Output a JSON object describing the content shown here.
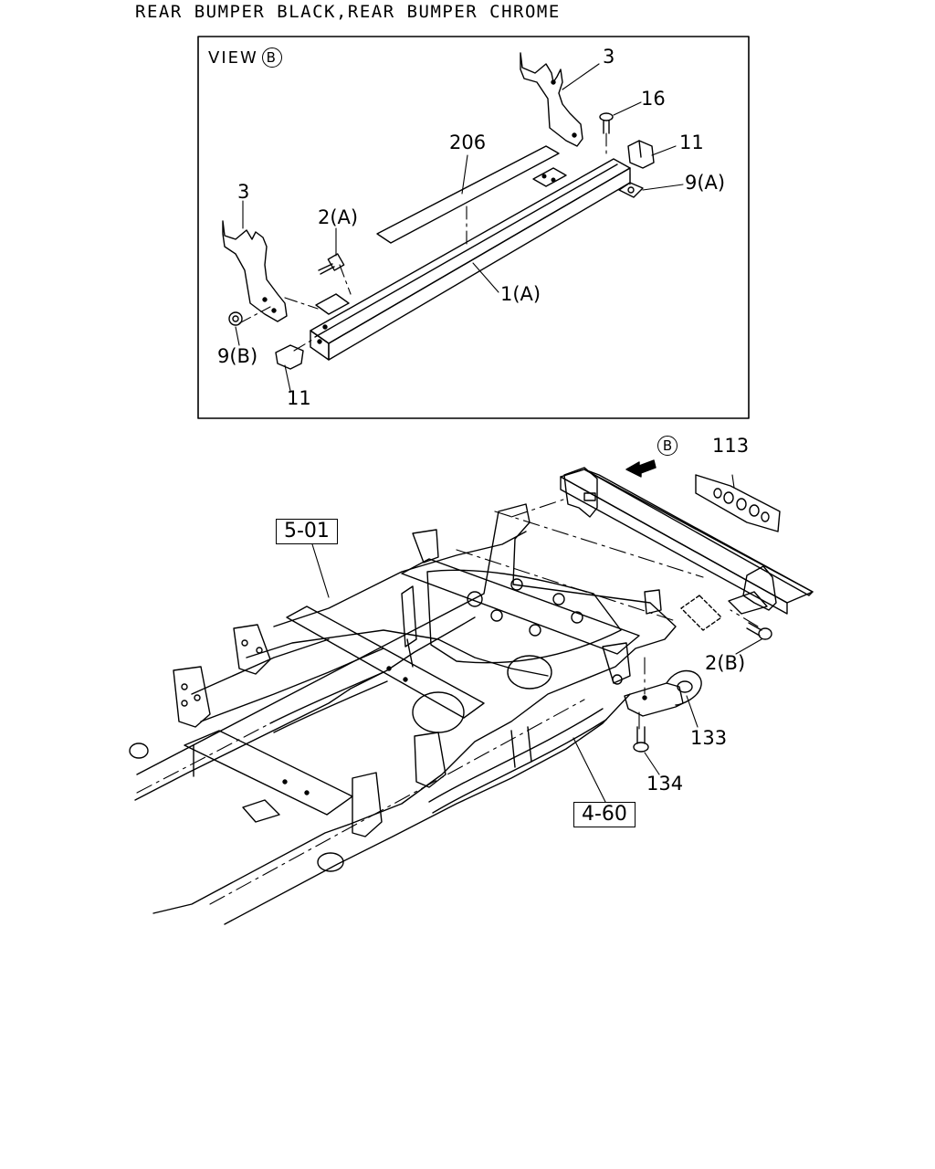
{
  "title": "REAR BUMPER BLACK,REAR BUMPER CHROME",
  "view": {
    "label": "VIEW",
    "marker": "B"
  },
  "callouts": {
    "bracket_right": "3",
    "bolt_16": "16",
    "strip_206": "206",
    "stopper_right": "11",
    "nut_9a": "9(A)",
    "bracket_left": "3",
    "bolt_2a": "2(A)",
    "bar_1a": "1(A)",
    "nut_9b": "9(B)",
    "stopper_left": "11",
    "arrow_b": "B",
    "plate_113": "113",
    "bolt_2b": "2(B)",
    "hook_133": "133",
    "bolt_134": "134"
  },
  "references": {
    "ref_501": "5-01",
    "ref_460": "4-60"
  }
}
